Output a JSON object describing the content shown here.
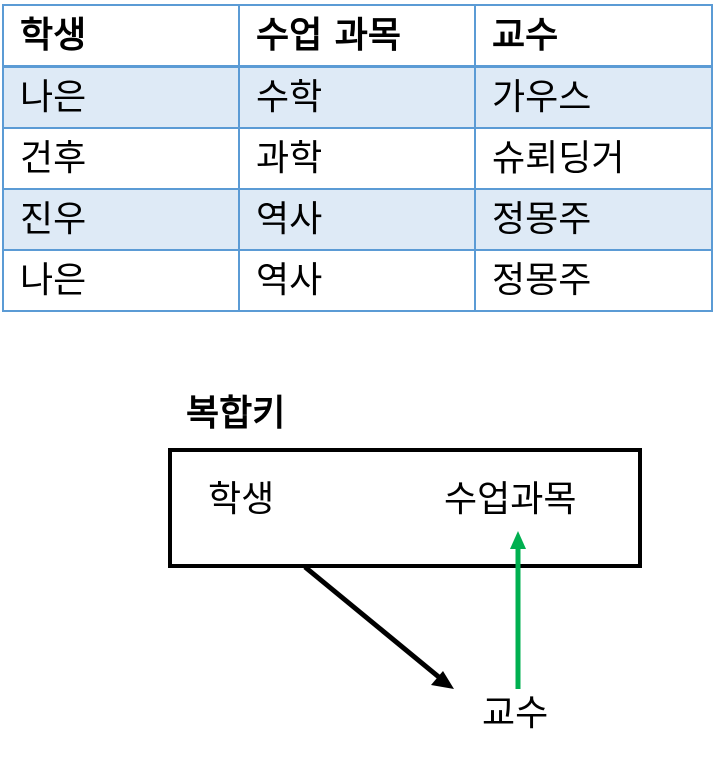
{
  "table": {
    "headers": [
      "학생",
      "수업 과목",
      "교수"
    ],
    "rows": [
      [
        "나은",
        "수학",
        "가우스"
      ],
      [
        "건후",
        "과학",
        "슈뢰딩거"
      ],
      [
        "진우",
        "역사",
        "정몽주"
      ],
      [
        "나은",
        "역사",
        "정몽주"
      ]
    ],
    "header_bg": "#ffffff",
    "band_bg": "#deeaf6",
    "border_color": "#5b9bd5"
  },
  "diagram": {
    "title": "복합키",
    "box_student": "학생",
    "box_course": "수업과목",
    "professor": "교수",
    "arrow_black_color": "#000000",
    "arrow_green_color": "#00b050"
  }
}
